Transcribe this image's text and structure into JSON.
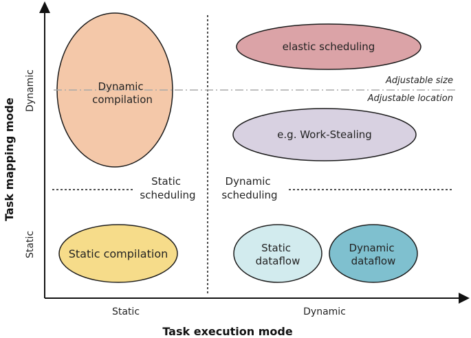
{
  "axes": {
    "x_label": "Task execution mode",
    "y_label": "Task mapping mode",
    "x_ticks": {
      "static": "Static",
      "dynamic": "Dynamic"
    },
    "y_ticks": {
      "static": "Static",
      "dynamic": "Dynamic"
    }
  },
  "regions": {
    "static_scheduling": [
      "Static",
      "scheduling"
    ],
    "dynamic_scheduling": [
      "Dynamic",
      "scheduling"
    ]
  },
  "ellipses": {
    "dynamic_compilation": {
      "lines": [
        "Dynamic",
        "compilation"
      ],
      "color": "#f4c8a9"
    },
    "elastic_scheduling": {
      "lines": [
        "elastic scheduling"
      ],
      "color": "#dba3a7"
    },
    "work_stealing": {
      "lines": [
        "e.g. Work-Stealing"
      ],
      "color": "#d8d1e1"
    },
    "static_compilation": {
      "lines": [
        "Static compilation"
      ],
      "color": "#f6dc8a"
    },
    "static_dataflow": {
      "lines": [
        "Static",
        "dataflow"
      ],
      "color": "#d2ebee"
    },
    "dynamic_dataflow": {
      "lines": [
        "Dynamic",
        "dataflow"
      ],
      "color": "#7fc0cf"
    }
  },
  "annotations": {
    "adjustable_size": "Adjustable size",
    "adjustable_location": "Adjustable location"
  },
  "colors": {
    "axis": "#111111",
    "outline": "#1a1a1a",
    "dashdot": "#a8a8a8"
  }
}
